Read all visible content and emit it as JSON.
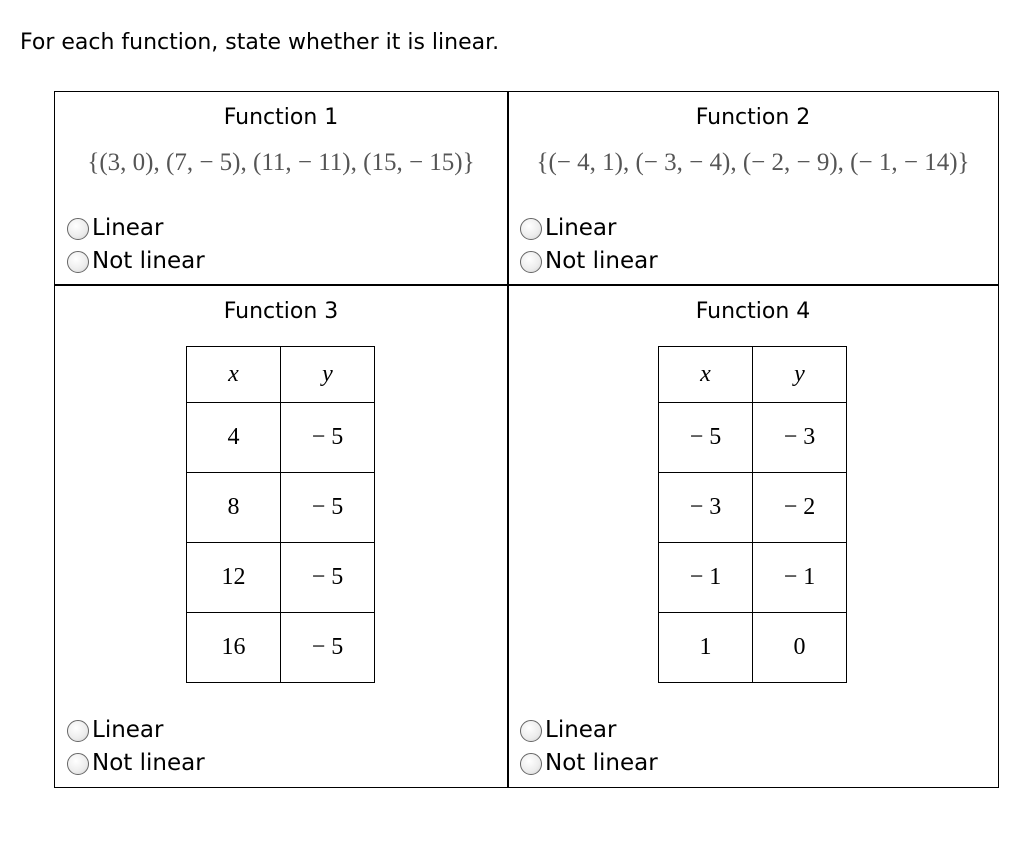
{
  "prompt": "For each function, state whether it is linear.",
  "functions": [
    {
      "heading": "Function 1",
      "set": "{(3, 0), (7, − 5), (11, − 11), (15, − 15)}",
      "options": [
        "Linear",
        "Not linear"
      ]
    },
    {
      "heading": "Function 2",
      "set": "{(− 4, 1), (− 3, − 4), (− 2, − 9), (− 1, − 14)}",
      "options": [
        "Linear",
        "Not linear"
      ]
    },
    {
      "heading": "Function 3",
      "table": {
        "headers": [
          "x",
          "y"
        ],
        "rows": [
          [
            "4",
            "− 5"
          ],
          [
            "8",
            "− 5"
          ],
          [
            "12",
            "− 5"
          ],
          [
            "16",
            "− 5"
          ]
        ]
      },
      "options": [
        "Linear",
        "Not linear"
      ]
    },
    {
      "heading": "Function 4",
      "table": {
        "headers": [
          "x",
          "y"
        ],
        "rows": [
          [
            "− 5",
            "− 3"
          ],
          [
            "− 3",
            "− 2"
          ],
          [
            "− 1",
            "− 1"
          ],
          [
            "1",
            "0"
          ]
        ]
      },
      "options": [
        "Linear",
        "Not linear"
      ]
    }
  ]
}
